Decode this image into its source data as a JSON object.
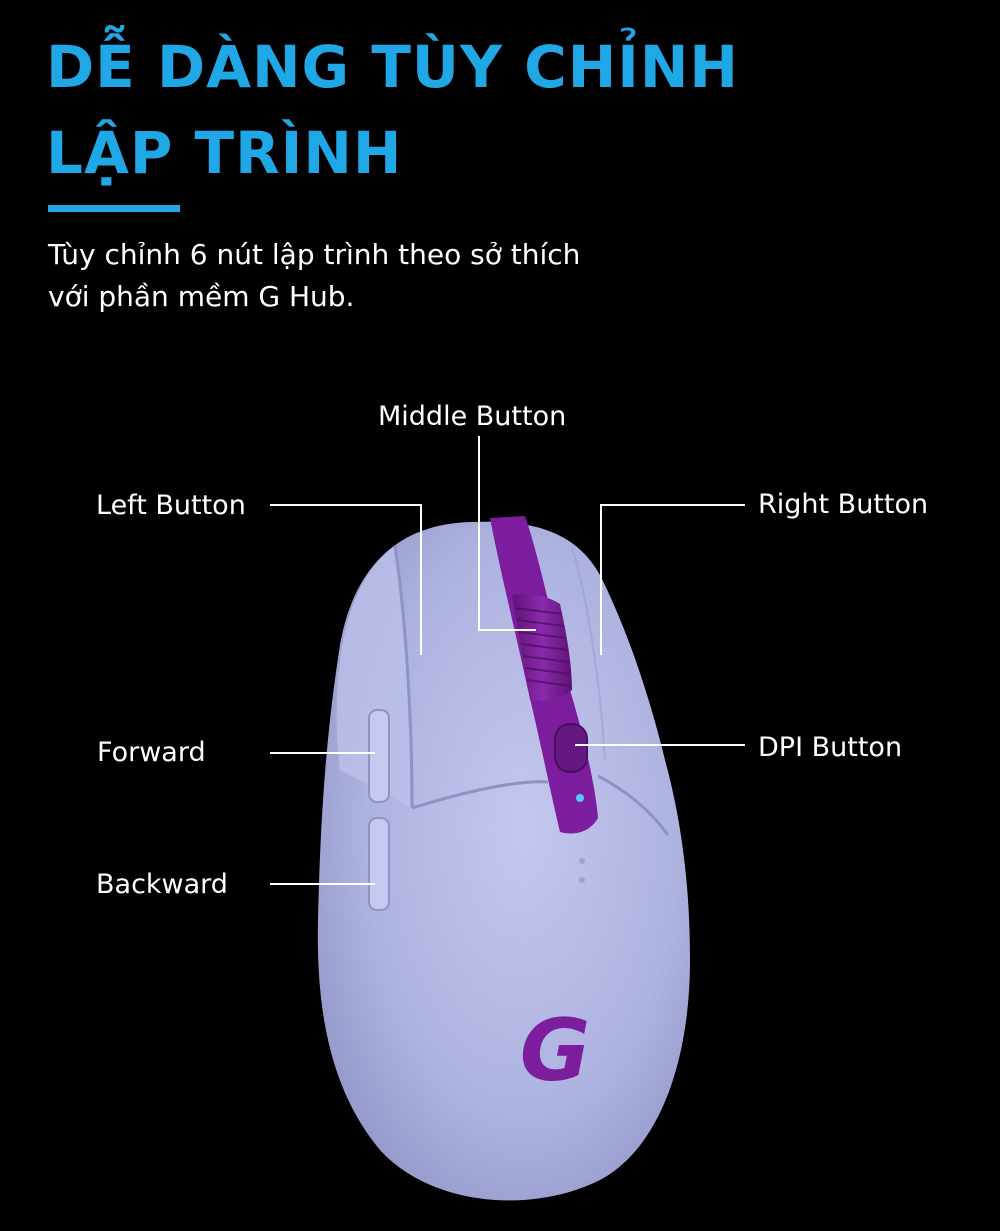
{
  "headline": {
    "line1": "DỄ DÀNG TÙY CHỈNH",
    "line2": "LẬP TRÌNH"
  },
  "subtitle": {
    "line1": "Tùy chỉnh 6 nút lập trình theo sở thích",
    "line2": "với phần mềm G Hub."
  },
  "callouts": {
    "middle": "Middle Button",
    "left": "Left Button",
    "right": "Right Button",
    "forward": "Forward",
    "dpi": "DPI Button",
    "backward": "Backward"
  },
  "colors": {
    "accent": "#1fa7e6",
    "background": "#000000",
    "text": "#ffffff",
    "mouse_shell": "#b3b7e2",
    "mouse_accent": "#7b1d9c"
  },
  "logo": "G"
}
